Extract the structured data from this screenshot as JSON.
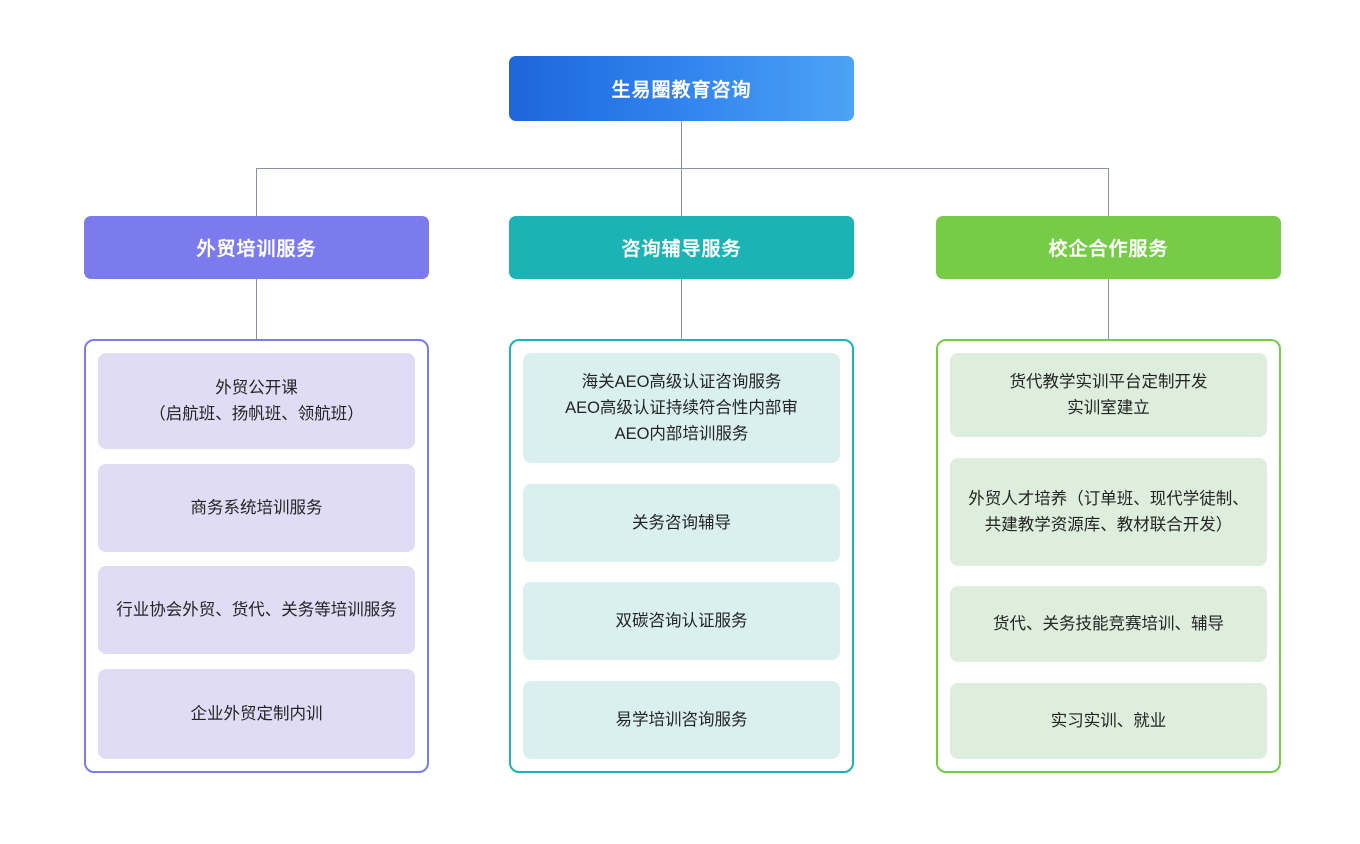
{
  "diagram": {
    "type": "org-chart",
    "root": {
      "label": "生易圈教育咨询",
      "gradient_from": "#1d66db",
      "gradient_to": "#4da3f5",
      "text_color": "#ffffff"
    },
    "connector_color": "#8a93a0",
    "branches": [
      {
        "label": "外贸培训服务",
        "header_color": "#7b7bee",
        "border_color": "#7b7bee",
        "item_fill": "#e0dcf5",
        "items": [
          "外贸公开课\n（启航班、扬帆班、领航班）",
          "商务系统培训服务",
          "行业协会外贸、货代、关务等培训服务",
          "企业外贸定制内训"
        ]
      },
      {
        "label": "咨询辅导服务",
        "header_color": "#1bb3b3",
        "border_color": "#1bb3b3",
        "item_fill": "#d9f0ef",
        "items": [
          "海关AEO高级认证咨询服务\nAEO高级认证持续符合性内部审\nAEO内部培训服务",
          "关务咨询辅导",
          "双碳咨询认证服务",
          "易学培训咨询服务"
        ]
      },
      {
        "label": "校企合作服务",
        "header_color": "#76cc47",
        "border_color": "#76cc47",
        "item_fill": "#ddeedd",
        "items": [
          "货代教学实训平台定制开发\n实训室建立",
          "外贸人才培养（订单班、现代学徒制、共建教学资源库、教材联合开发）",
          "货代、关务技能竞赛培训、辅导",
          "实习实训、就业"
        ]
      }
    ]
  }
}
